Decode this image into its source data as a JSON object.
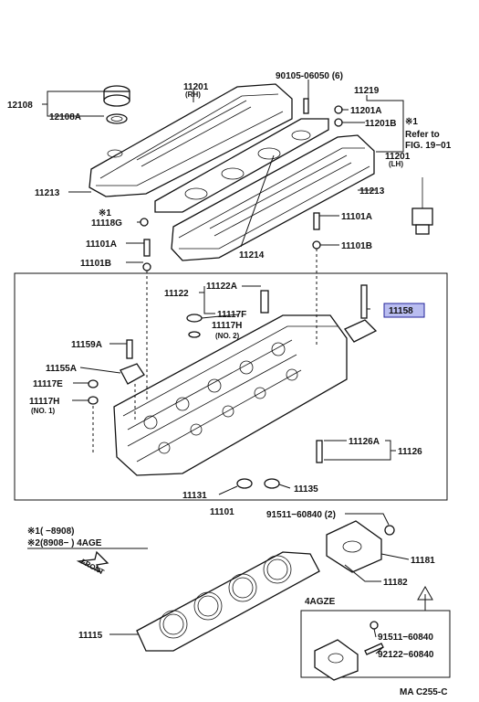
{
  "labels": {
    "p90105": "90105-06050 (6)",
    "p11201_top": "11201",
    "p11201_top_sub": "(RH)",
    "p11219": "11219",
    "p12108": "12108",
    "p12108A": "12108A",
    "p11201A": "11201A",
    "p11201B": "11201B",
    "star1_right": "※1",
    "refer1": "Refer to",
    "refer2": "FIG. 19−01",
    "p11201_mid": "11201",
    "p11201_mid_sub": "(LH)",
    "p11213_left": "11213",
    "p11213_right": "11213",
    "star1_left": "※1",
    "p11118G": "11118G",
    "p11101A_left": "11101A",
    "p11101A_right": "11101A",
    "p11101B_left": "11101B",
    "p11101B_right": "11101B",
    "p11214": "11214",
    "p11122A": "11122A",
    "p11122": "11122",
    "p11117F": "11117F",
    "p11117H_2": "11117H",
    "p11117H_2_sub": "(NO. 2)",
    "p11158": "11158",
    "p11159A": "11159A",
    "p11155A": "11155A",
    "p11117E": "11117E",
    "p11117H_1": "11117H",
    "p11117H_1_sub": "(NO. 1)",
    "p11126A": "11126A",
    "p11126": "11126",
    "p11131": "11131",
    "p11135": "11135",
    "p11101": "11101",
    "p91511_60840_2": "91511−60840 (2)",
    "legend1": "※1(     −8908)",
    "legend2": "※2(8908−      ) 4AGE",
    "front": "FRONT",
    "p11181": "11181",
    "p11182": "11182",
    "p4agze": "4AGZE",
    "p11115": "11115",
    "p91511_60840": "91511−60840",
    "p92122_60840": "92122−60840",
    "code": "MA C255-C"
  },
  "colors": {
    "highlight_fill": "#b9bdf0",
    "highlight_stroke": "#23239a",
    "line": "#111111"
  }
}
